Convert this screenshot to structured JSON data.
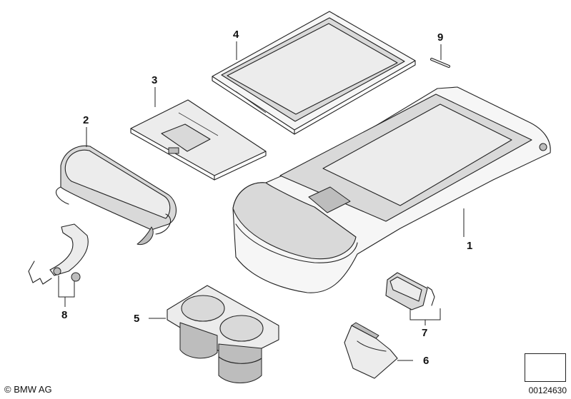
{
  "callouts": {
    "p1": "1",
    "p2": "2",
    "p3": "3",
    "p4": "4",
    "p5": "5",
    "p6": "6",
    "p7": "7",
    "p8": "8",
    "p9": "9"
  },
  "footer": {
    "copyright": "© BMW AG",
    "diagram_number": "00124630"
  },
  "icons": {
    "navigation": "arrow-diagonal-icon"
  }
}
